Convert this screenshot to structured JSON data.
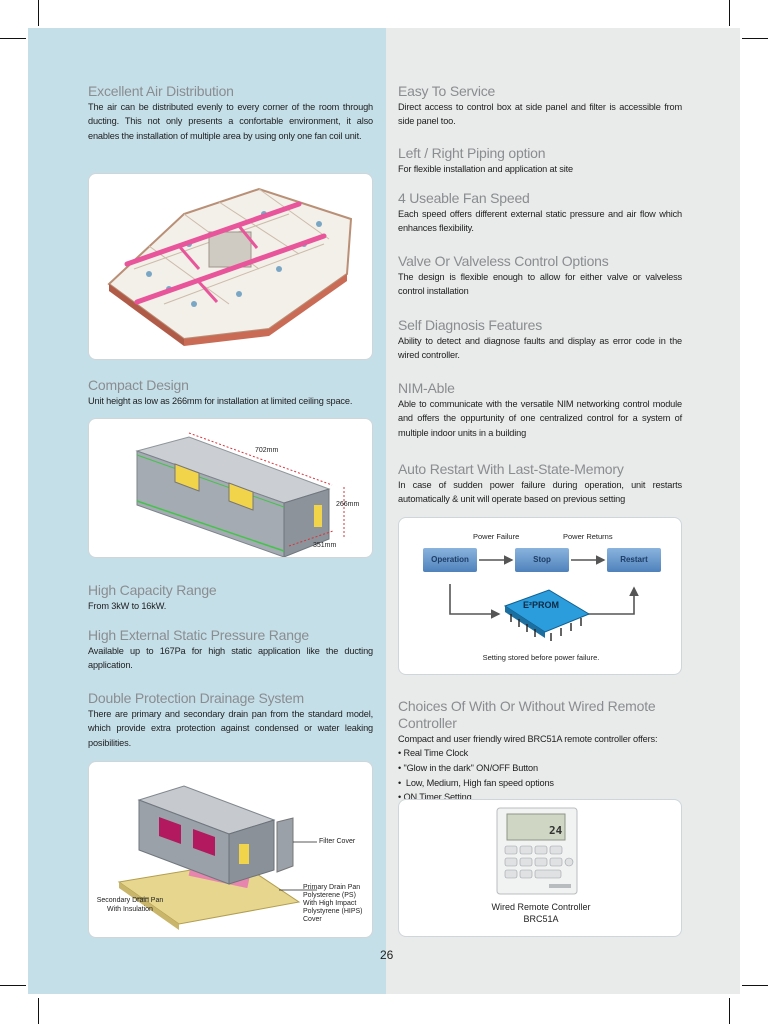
{
  "page_number": "26",
  "left": {
    "air_distribution": {
      "title": "Excellent Air Distribution",
      "body": "The air can be distributed evenly to every corner of the room through ducting. This not only presents a confortable environment, it also enables the installation of multiple area by  using only one fan coil unit."
    },
    "compact": {
      "title": "Compact Design",
      "body": "Unit height as low as 266mm for installation at limited ceiling space.",
      "dims": {
        "length": "702mm",
        "height": "266mm",
        "depth": "351mm"
      }
    },
    "capacity": {
      "title": "High Capacity Range",
      "body": "From 3kW to 16kW."
    },
    "esp": {
      "title": "High External Static Pressure Range",
      "body": "Available up to 167Pa for high static application like the ducting application."
    },
    "drainage": {
      "title": "Double Protection Drainage System",
      "body": "There are primary and secondary drain pan from the standard model, which provide extra protection against condensed or water leaking posibilities.",
      "labels": {
        "filter": "Filter Cover",
        "primary": "Primary Drain Pan Polysterene (PS) With High Impact Polystyrene (HIPS) Cover",
        "secondary": "Secondary Drain Pan With Insulation"
      }
    }
  },
  "right": {
    "service": {
      "title": "Easy To Service",
      "body": "Direct access to control box at side panel and filter is accessible from side panel too."
    },
    "piping": {
      "title": "Left / Right Piping option",
      "body": "For flexible installation and application at site"
    },
    "fan": {
      "title": "4 Useable Fan Speed",
      "body": "Each speed offers different external static pressure and air flow which enhances flexibility."
    },
    "valve": {
      "title": "Valve Or Valveless Control Options",
      "body": "The design is flexible enough to allow for either valve or valveless control installation"
    },
    "diagnosis": {
      "title": "Self Diagnosis Features",
      "body": "Ability to detect and diagnose faults and display as error code in the wired controller."
    },
    "nim": {
      "title": "NIM-Able",
      "body": "Able to communicate with the versatile NIM networking control module and offers the oppurtunity of one centralized control for a system of multiple indoor units in a building"
    },
    "restart": {
      "title": "Auto Restart With Last-State-Memory",
      "body": "In case of sudden power failure during operation, unit restarts automatically & unit will operate based on previous setting",
      "diagram": {
        "power_failure": "Power Failure",
        "power_returns": "Power Returns",
        "operation": "Operation",
        "stop": "Stop",
        "restart": "Restart",
        "chip": "E²PROM",
        "caption": "Setting stored before power failure."
      }
    },
    "remote": {
      "title": "Choices Of With Or Without Wired Remote Controller",
      "intro": "Compact and user friendly wired BRC51A remote controller offers:",
      "items": [
        "Real Time Clock",
        "\"Glow in the dark\" ON/OFF Button",
        " Low, Medium, High fan speed options",
        "ON Timer Setting"
      ],
      "caption1": "Wired  Remote Controller",
      "caption2": "BRC51A",
      "screen_value": "24"
    }
  },
  "colors": {
    "left_bg": "#c5dfe9",
    "right_bg": "#e9eaea",
    "heading": "#8a8d90",
    "duct": "#e8559a",
    "block_blue": "#5b8fc6"
  }
}
